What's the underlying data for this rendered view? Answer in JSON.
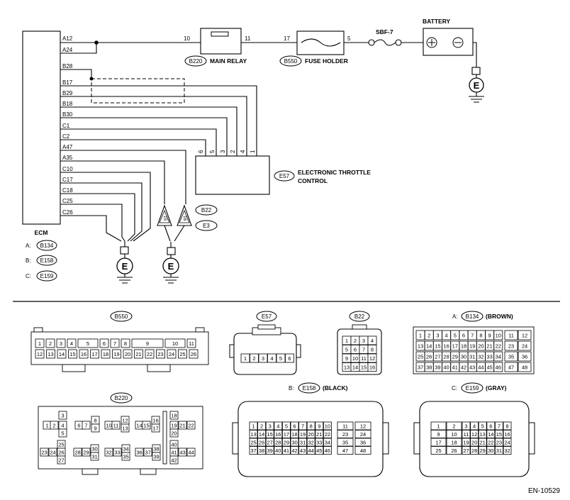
{
  "ecm": {
    "label": "ECM",
    "pins": [
      "A12",
      "A24",
      "B28",
      "B17",
      "B29",
      "B18",
      "B30",
      "C1",
      "C2",
      "A47",
      "A35",
      "C10",
      "C17",
      "C18",
      "C25",
      "C26"
    ],
    "legend": [
      {
        "prefix": "A:",
        "code": "B134"
      },
      {
        "prefix": "B:",
        "code": "E158"
      },
      {
        "prefix": "C:",
        "code": "E159"
      }
    ]
  },
  "relay": {
    "code": "B220",
    "label": "MAIN RELAY",
    "pin_left": "10",
    "pin_right": "11"
  },
  "fuse_holder": {
    "code": "B550",
    "label": "FUSE HOLDER",
    "pin_left": "17",
    "pin_right": "5"
  },
  "sbf": {
    "label": "SBF-7"
  },
  "battery": {
    "label": "BATTERY"
  },
  "throttle": {
    "code": "E57",
    "label_line1": "ELECTRONIC THROTTLE",
    "label_line2": "CONTROL",
    "pins": [
      "6",
      "5",
      "3",
      "2",
      "4",
      "1"
    ]
  },
  "shield_refs": {
    "a": "B22",
    "b": "E3",
    "pin_a": "15",
    "pin_b": "16"
  },
  "ground_symbol": "E",
  "connectors": {
    "b550": {
      "code": "B550",
      "row1": [
        "1",
        "2",
        "3",
        "4",
        "5",
        "",
        "6",
        "7",
        "8",
        "9",
        "",
        "10",
        "",
        "11"
      ],
      "row2": [
        "12",
        "13",
        "14",
        "15",
        "16",
        "17",
        "18",
        "19",
        "20",
        "21",
        "22",
        "23",
        "24",
        "25",
        "26"
      ]
    },
    "e57": {
      "code": "E57",
      "cells": [
        "1",
        "2",
        "3",
        "4",
        "5",
        "6"
      ]
    },
    "b22": {
      "code": "B22",
      "cells": [
        "1",
        "2",
        "3",
        "4",
        "5",
        "6",
        "7",
        "8",
        "9",
        "10",
        "11",
        "12",
        "13",
        "14",
        "15",
        "16"
      ]
    },
    "b134": {
      "prefix": "A:",
      "code": "B134",
      "suffix": "(BROWN)",
      "rows": [
        [
          "1",
          "2",
          "3",
          "4",
          "5",
          "6",
          "7",
          "8",
          "9",
          "10",
          "11",
          "12"
        ],
        [
          "13",
          "14",
          "15",
          "16",
          "17",
          "18",
          "19",
          "20",
          "21",
          "22",
          "23",
          "24"
        ],
        [
          "25",
          "26",
          "27",
          "28",
          "29",
          "30",
          "31",
          "32",
          "33",
          "34",
          "35",
          "36"
        ],
        [
          "37",
          "38",
          "39",
          "40",
          "41",
          "42",
          "43",
          "44",
          "45",
          "46",
          "47",
          "48"
        ]
      ]
    },
    "b220": {
      "code": "B220",
      "cells": [
        "1",
        "2",
        "3",
        "4",
        "5",
        "6",
        "7",
        "8",
        "9",
        "10",
        "11",
        "12",
        "13",
        "14",
        "15",
        "16",
        "17",
        "18",
        "19",
        "20",
        "21",
        "22",
        "23",
        "24",
        "25",
        "26",
        "27",
        "28",
        "29",
        "30",
        "31",
        "32",
        "33",
        "34",
        "35",
        "36",
        "37",
        "38",
        "39",
        "40",
        "41",
        "42",
        "43",
        "44"
      ]
    },
    "e158": {
      "prefix": "B:",
      "code": "E158",
      "suffix": "(BLACK)",
      "rows": [
        [
          "1",
          "2",
          "3",
          "4",
          "5",
          "6",
          "7",
          "8",
          "9",
          "10",
          "11",
          "12"
        ],
        [
          "13",
          "14",
          "15",
          "16",
          "17",
          "18",
          "19",
          "20",
          "21",
          "22",
          "23",
          "24"
        ],
        [
          "25",
          "26",
          "27",
          "28",
          "29",
          "30",
          "31",
          "32",
          "33",
          "34",
          "35",
          "36"
        ],
        [
          "37",
          "38",
          "39",
          "40",
          "41",
          "42",
          "43",
          "44",
          "45",
          "46",
          "47",
          "48"
        ]
      ]
    },
    "e159": {
      "prefix": "C:",
      "code": "E159",
      "suffix": "(GRAY)",
      "rows": [
        [
          "1",
          "2",
          "3",
          "4",
          "5",
          "6",
          "7",
          "8"
        ],
        [
          "9",
          "10",
          "11",
          "12",
          "13",
          "14",
          "15",
          "16"
        ],
        [
          "17",
          "18",
          "19",
          "20",
          "21",
          "22",
          "23",
          "24"
        ],
        [
          "25",
          "26",
          "27",
          "28",
          "29",
          "30",
          "31",
          "32"
        ]
      ]
    }
  },
  "footer_code": "EN-10529"
}
